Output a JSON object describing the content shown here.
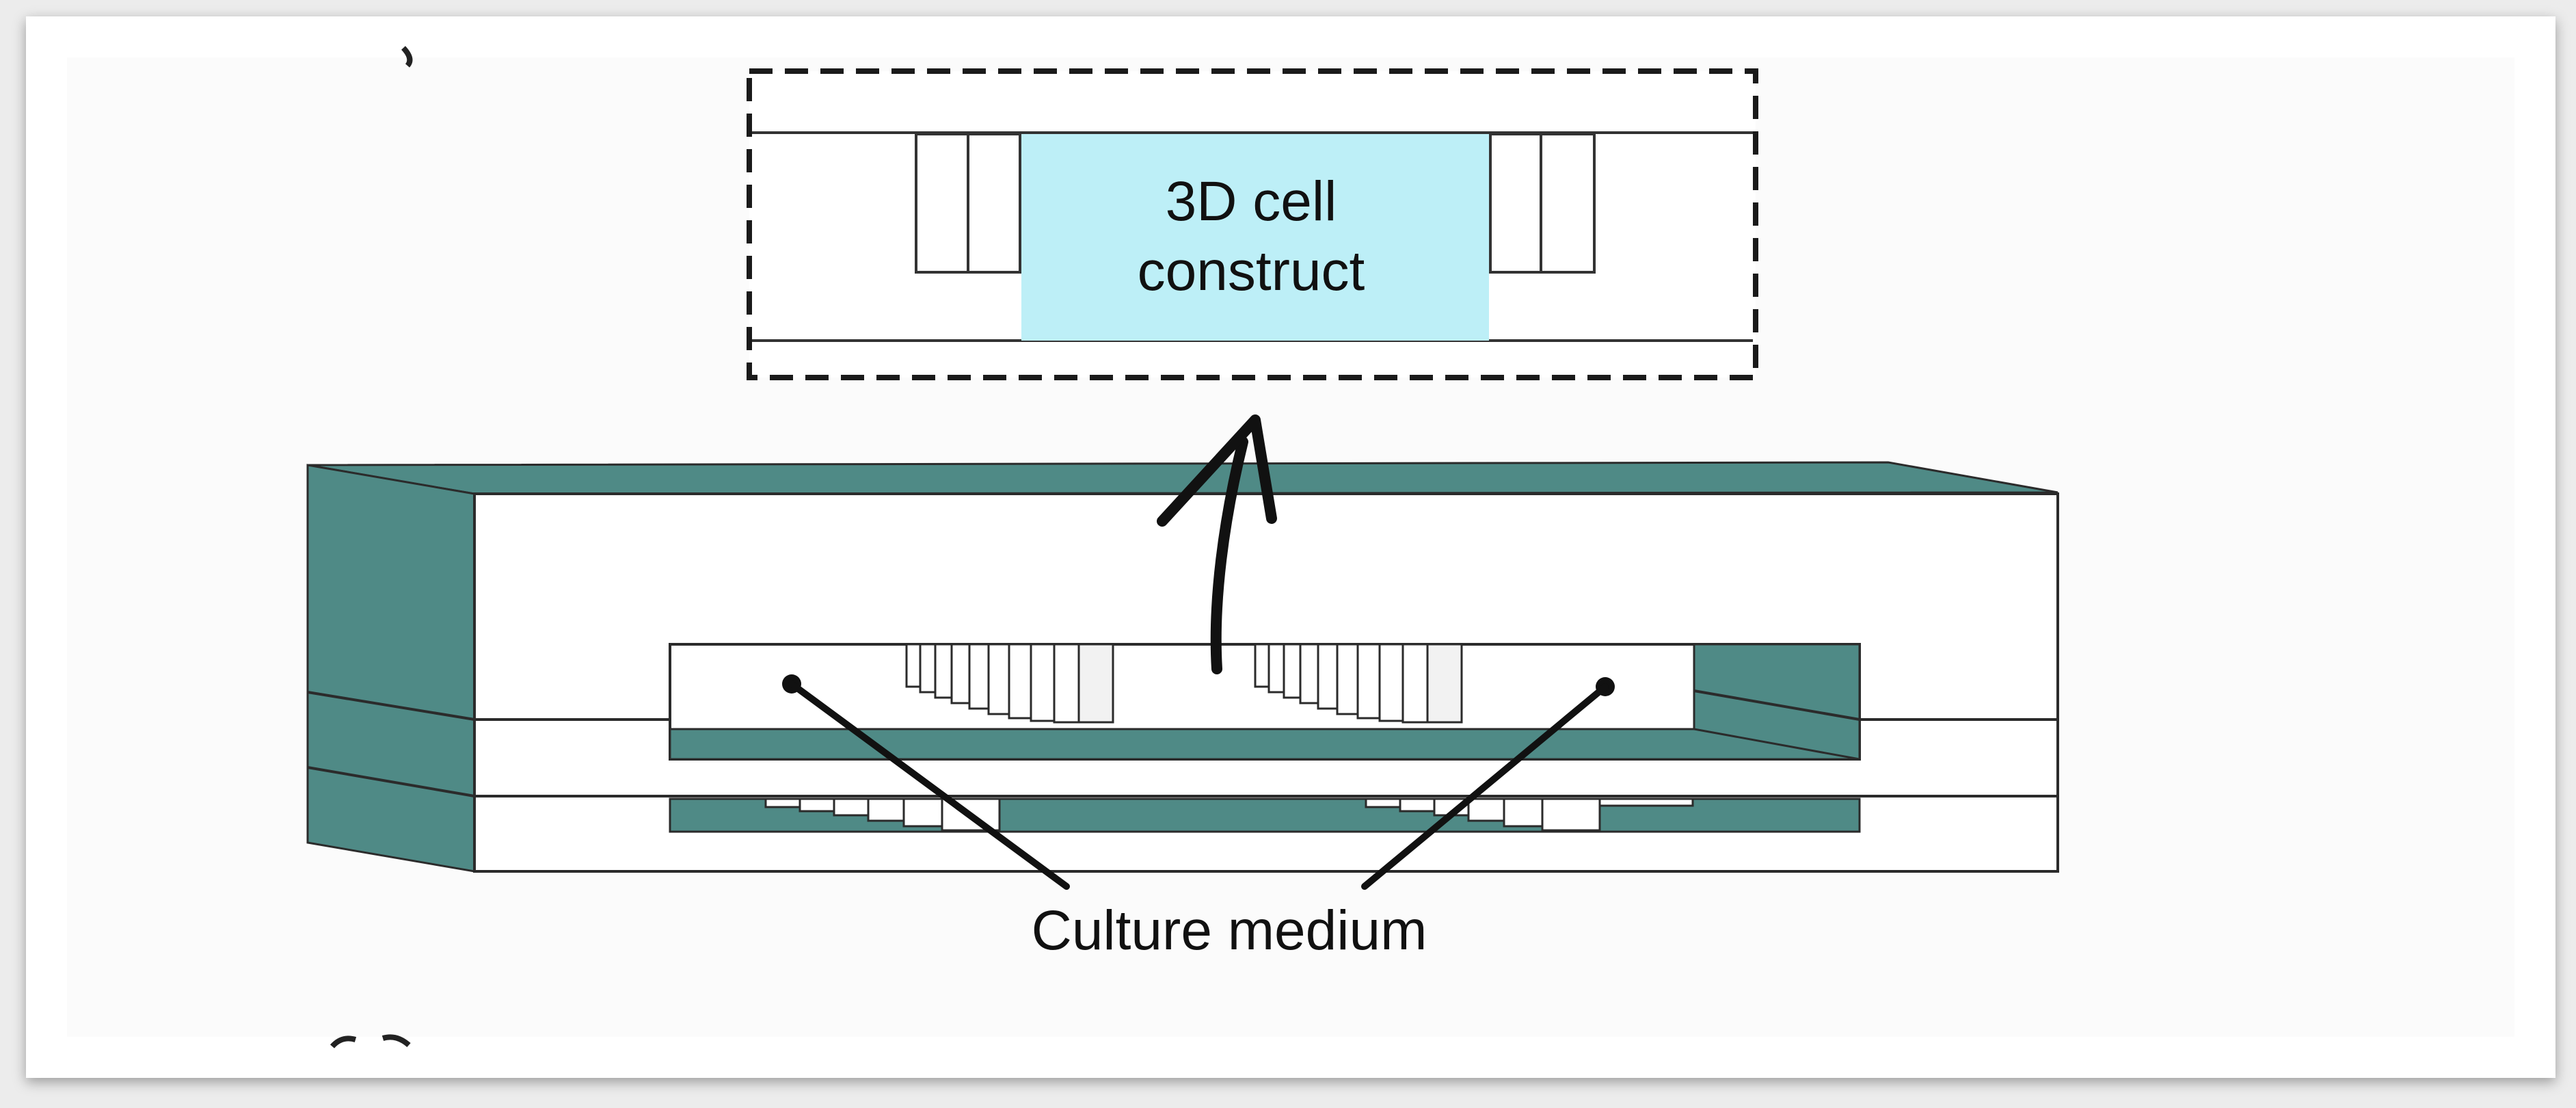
{
  "diagram": {
    "inset_label_line1": "3D cell",
    "inset_label_line2": "construct",
    "callout_label": "Culture medium"
  },
  "colors": {
    "teal": "#4f8a86",
    "cell_construct_fill": "#bdeff7",
    "outline": "#2b2b2b",
    "background": "#ffffff"
  }
}
